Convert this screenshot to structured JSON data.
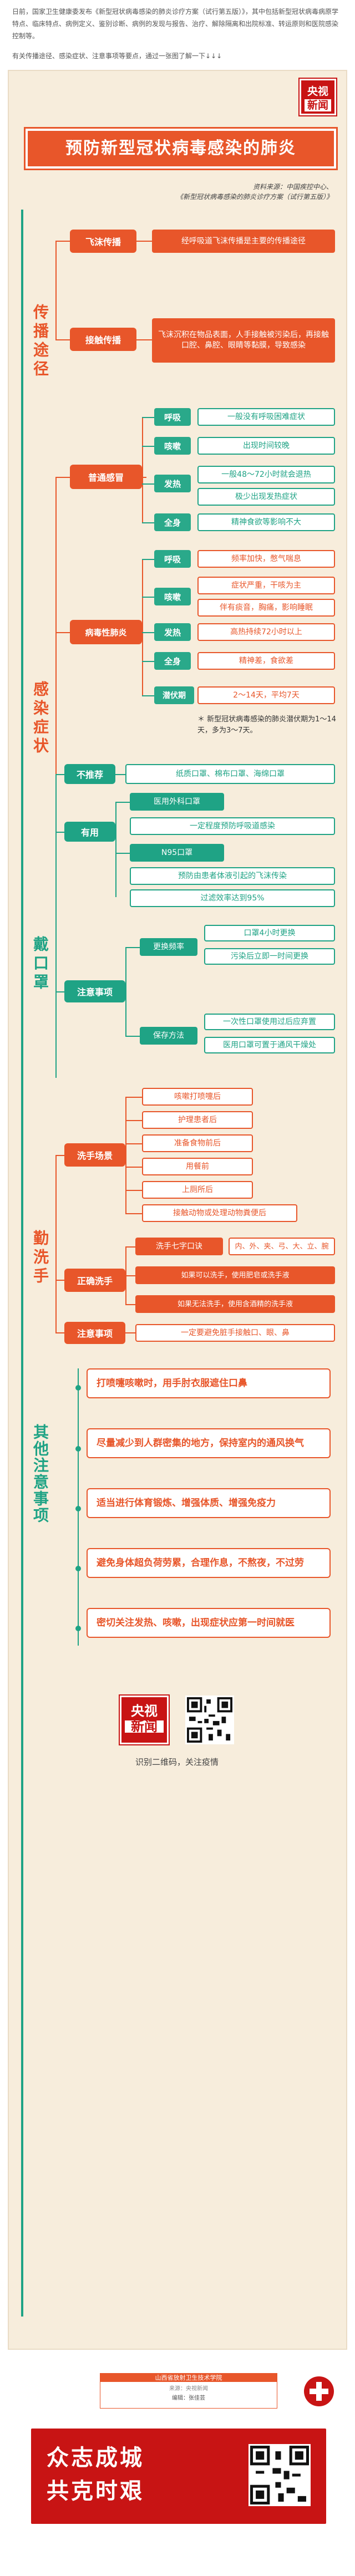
{
  "intro": {
    "p1": "日前，国家卫生健康委发布《新型冠状病毒感染的肺炎诊疗方案（试行第五版）》，其中包括新型冠状病毒病原学特点、临床特点、病例定义、鉴别诊断、病例的发现与报告、治疗、解除隔离和出院标准、转运原则和医院感染控制等。",
    "p2": "有关传播途径、感染症状、注意事项等要点，通过一张图了解一下↓↓↓"
  },
  "logo": {
    "line1": "央视",
    "line2": "新闻"
  },
  "title": "预防新型冠状病毒感染的肺炎",
  "source": {
    "line1": "资料来源：中国疾控中心、",
    "line2": "《新型冠状病毒感染的肺炎诊疗方案（试行第五版）》"
  },
  "sections": {
    "transmission": {
      "label": "传播途径",
      "items": [
        {
          "name": "飞沫传播",
          "text": "经呼吸道飞沫传播是主要的传播途径"
        },
        {
          "name": "接触传播",
          "text": "飞沫沉积在物品表面，人手接触被污染后，再接触口腔、鼻腔、眼睛等黏膜，导致感染"
        }
      ]
    },
    "symptoms": {
      "label": "感染症状",
      "common": {
        "name": "普通感冒",
        "rows": [
          {
            "k": "呼吸",
            "v": "一般没有呼吸困难症状"
          },
          {
            "k": "咳嗽",
            "v": "出现时间较晚"
          },
          {
            "k": "发热",
            "v": "一般48～72小时就会退热"
          },
          {
            "k": "",
            "v": "极少出现发热症状"
          },
          {
            "k": "全身",
            "v": "精神食欲等影响不大"
          }
        ]
      },
      "viral": {
        "name": "病毒性肺炎",
        "rows": [
          {
            "k": "呼吸",
            "v": "频率加快，憋气喘息"
          },
          {
            "k": "咳嗽",
            "v": "症状严重，干咳为主"
          },
          {
            "k": "",
            "v": "伴有痰音，胸痛，影响睡眠"
          },
          {
            "k": "发热",
            "v": "高热持续72小时以上"
          },
          {
            "k": "全身",
            "v": "精神差，食欲差"
          },
          {
            "k": "潜伏期",
            "v": "2～14天，平均7天"
          }
        ]
      },
      "note": "＊ 新型冠状病毒感染的肺炎潜伏期为1～14天，多为3～7天。"
    },
    "mask": {
      "label": "戴口罩",
      "not_rec": {
        "name": "不推荐",
        "text": "纸质口罩、棉布口罩、海绵口罩"
      },
      "useful": {
        "name": "有用",
        "items": [
          "医用外科口罩",
          "一定程度预防呼吸道感染",
          "N95口罩",
          "预防由患者体液引起的飞沫传染",
          "过滤效率达到95%"
        ]
      },
      "notes": {
        "name": "注意事项",
        "change": "更换频率",
        "change_items": [
          "口罩4小时更换",
          "污染后立即一时间更换"
        ],
        "store": "保存方法",
        "store_items": [
          "一次性口罩使用过后应弃置",
          "医用口罩可置于通风干燥处"
        ]
      }
    },
    "wash": {
      "label": "勤洗手",
      "when": {
        "name": "洗手场景",
        "items": [
          "咳嗽打喷嚏后",
          "护理患者后",
          "准备食物前后",
          "用餐前",
          "上厕所后",
          "接触动物或处理动物粪便后"
        ]
      },
      "how": {
        "name": "正确洗手",
        "steps": [
          "洗手七字口诀",
          "内、外、夹、弓、大、立、腕"
        ],
        "soap": "如果可以洗手，使用肥皂或洗手液",
        "nosoap": "如果无法洗手，使用含酒精的洗手液"
      },
      "notes": {
        "name": "注意事项",
        "text": "一定要避免脏手接触口、眼、鼻"
      }
    },
    "other": {
      "label": "其他注意事项",
      "items": [
        "打喷嚏咳嗽时，用手肘衣服遮住口鼻",
        "尽量减少到人群密集的地方，保持室内的通风换气",
        "适当进行体育锻炼、增强体质、增强免疫力",
        "避免身体超负荷劳累，合理作息，不熬夜，不过劳",
        "密切关注发热、咳嗽，出现症状应第一时间就医"
      ]
    }
  },
  "qr_caption": "识别二维码，关注疫情",
  "footer": {
    "org": "山西省放射卫生技术学院",
    "source": "来源：央视新闻",
    "editor": "编辑：张佳芸"
  },
  "banner": {
    "line1": "众志成城",
    "line2": "共克时艰"
  }
}
